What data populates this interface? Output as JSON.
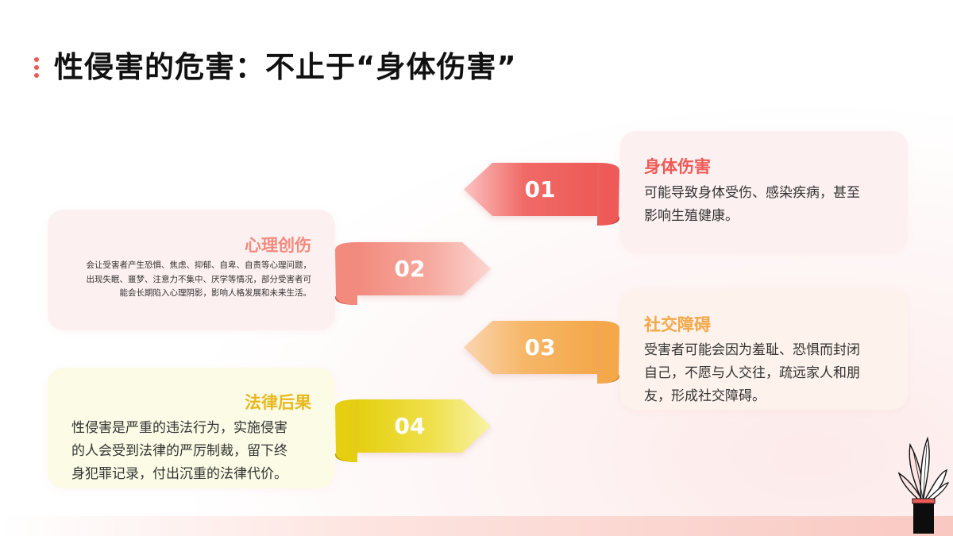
{
  "slide": {
    "title": "性侵害的危害：不止于“身体伤害”"
  },
  "items": [
    {
      "number": "01",
      "heading": "身体伤害",
      "lines": [
        "可能导致身体受伤、感染疾病，甚至",
        "影响生殖健康。"
      ],
      "color": "#ee5a57"
    },
    {
      "number": "02",
      "heading": "心理创伤",
      "lines": [
        "会让受害者产生恐惧、焦虑、抑郁、自卑、自责等心理问题，",
        "出现失眠、噩梦、注意力不集中、厌学等情况，部分受害者可",
        "能会长期陷入心理阴影，影响人格发展和未来生活。"
      ],
      "color": "#f28a7d"
    },
    {
      "number": "03",
      "heading": "社交障碍",
      "lines": [
        "受害者可能会因为羞耻、恐惧而封闭",
        "自己，不愿与人交往，疏远家人和朋",
        "友，形成社交障碍。"
      ],
      "color": "#f4a84a"
    },
    {
      "number": "04",
      "heading": "法律后果",
      "lines": [
        "性侵害是严重的违法行为，实施侵害",
        "的人会受到法律的严厉制裁，留下终",
        "身犯罪记录，付出沉重的法律代价。"
      ],
      "color": "#e8d11f"
    }
  ],
  "colors": {
    "title_dot": "#ee5a57",
    "card_pink": "#fdf0f0",
    "card_peach": "#fdf3ec",
    "card_yellow": "#fbfbe6"
  },
  "icons": [
    "plant-in-pot-icon"
  ]
}
